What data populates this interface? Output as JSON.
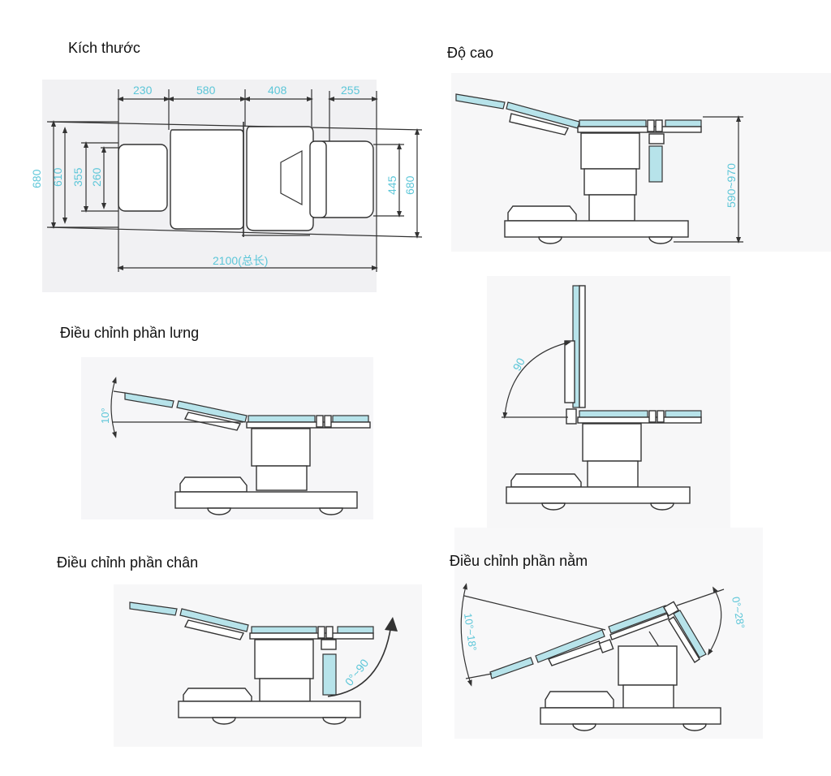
{
  "sections": {
    "dimensions": "Kích thước",
    "height": "Độ cao",
    "back_adjust": "Điều chỉnh phần lưng",
    "leg_adjust": "Điều chỉnh phần chân",
    "lying_adjust": "Điều chỉnh phần nằm"
  },
  "dims": {
    "top_230": "230",
    "top_580": "580",
    "top_408": "408",
    "top_255": "255",
    "left_680": "680",
    "left_610": "610",
    "left_355": "355",
    "left_260": "260",
    "right_445": "445",
    "right_680": "680",
    "total": "2100(总长)",
    "height_range": "590~970",
    "back_angle": "10°",
    "back_up_angle": "90",
    "leg_angle": "0°~90",
    "tilt_left": "10°~18°",
    "tilt_right": "0°~28°"
  },
  "colors": {
    "accent": "#5cc6d8",
    "pad": "#b7e3ea",
    "line": "#333333",
    "panel": "#f1f1f3"
  }
}
